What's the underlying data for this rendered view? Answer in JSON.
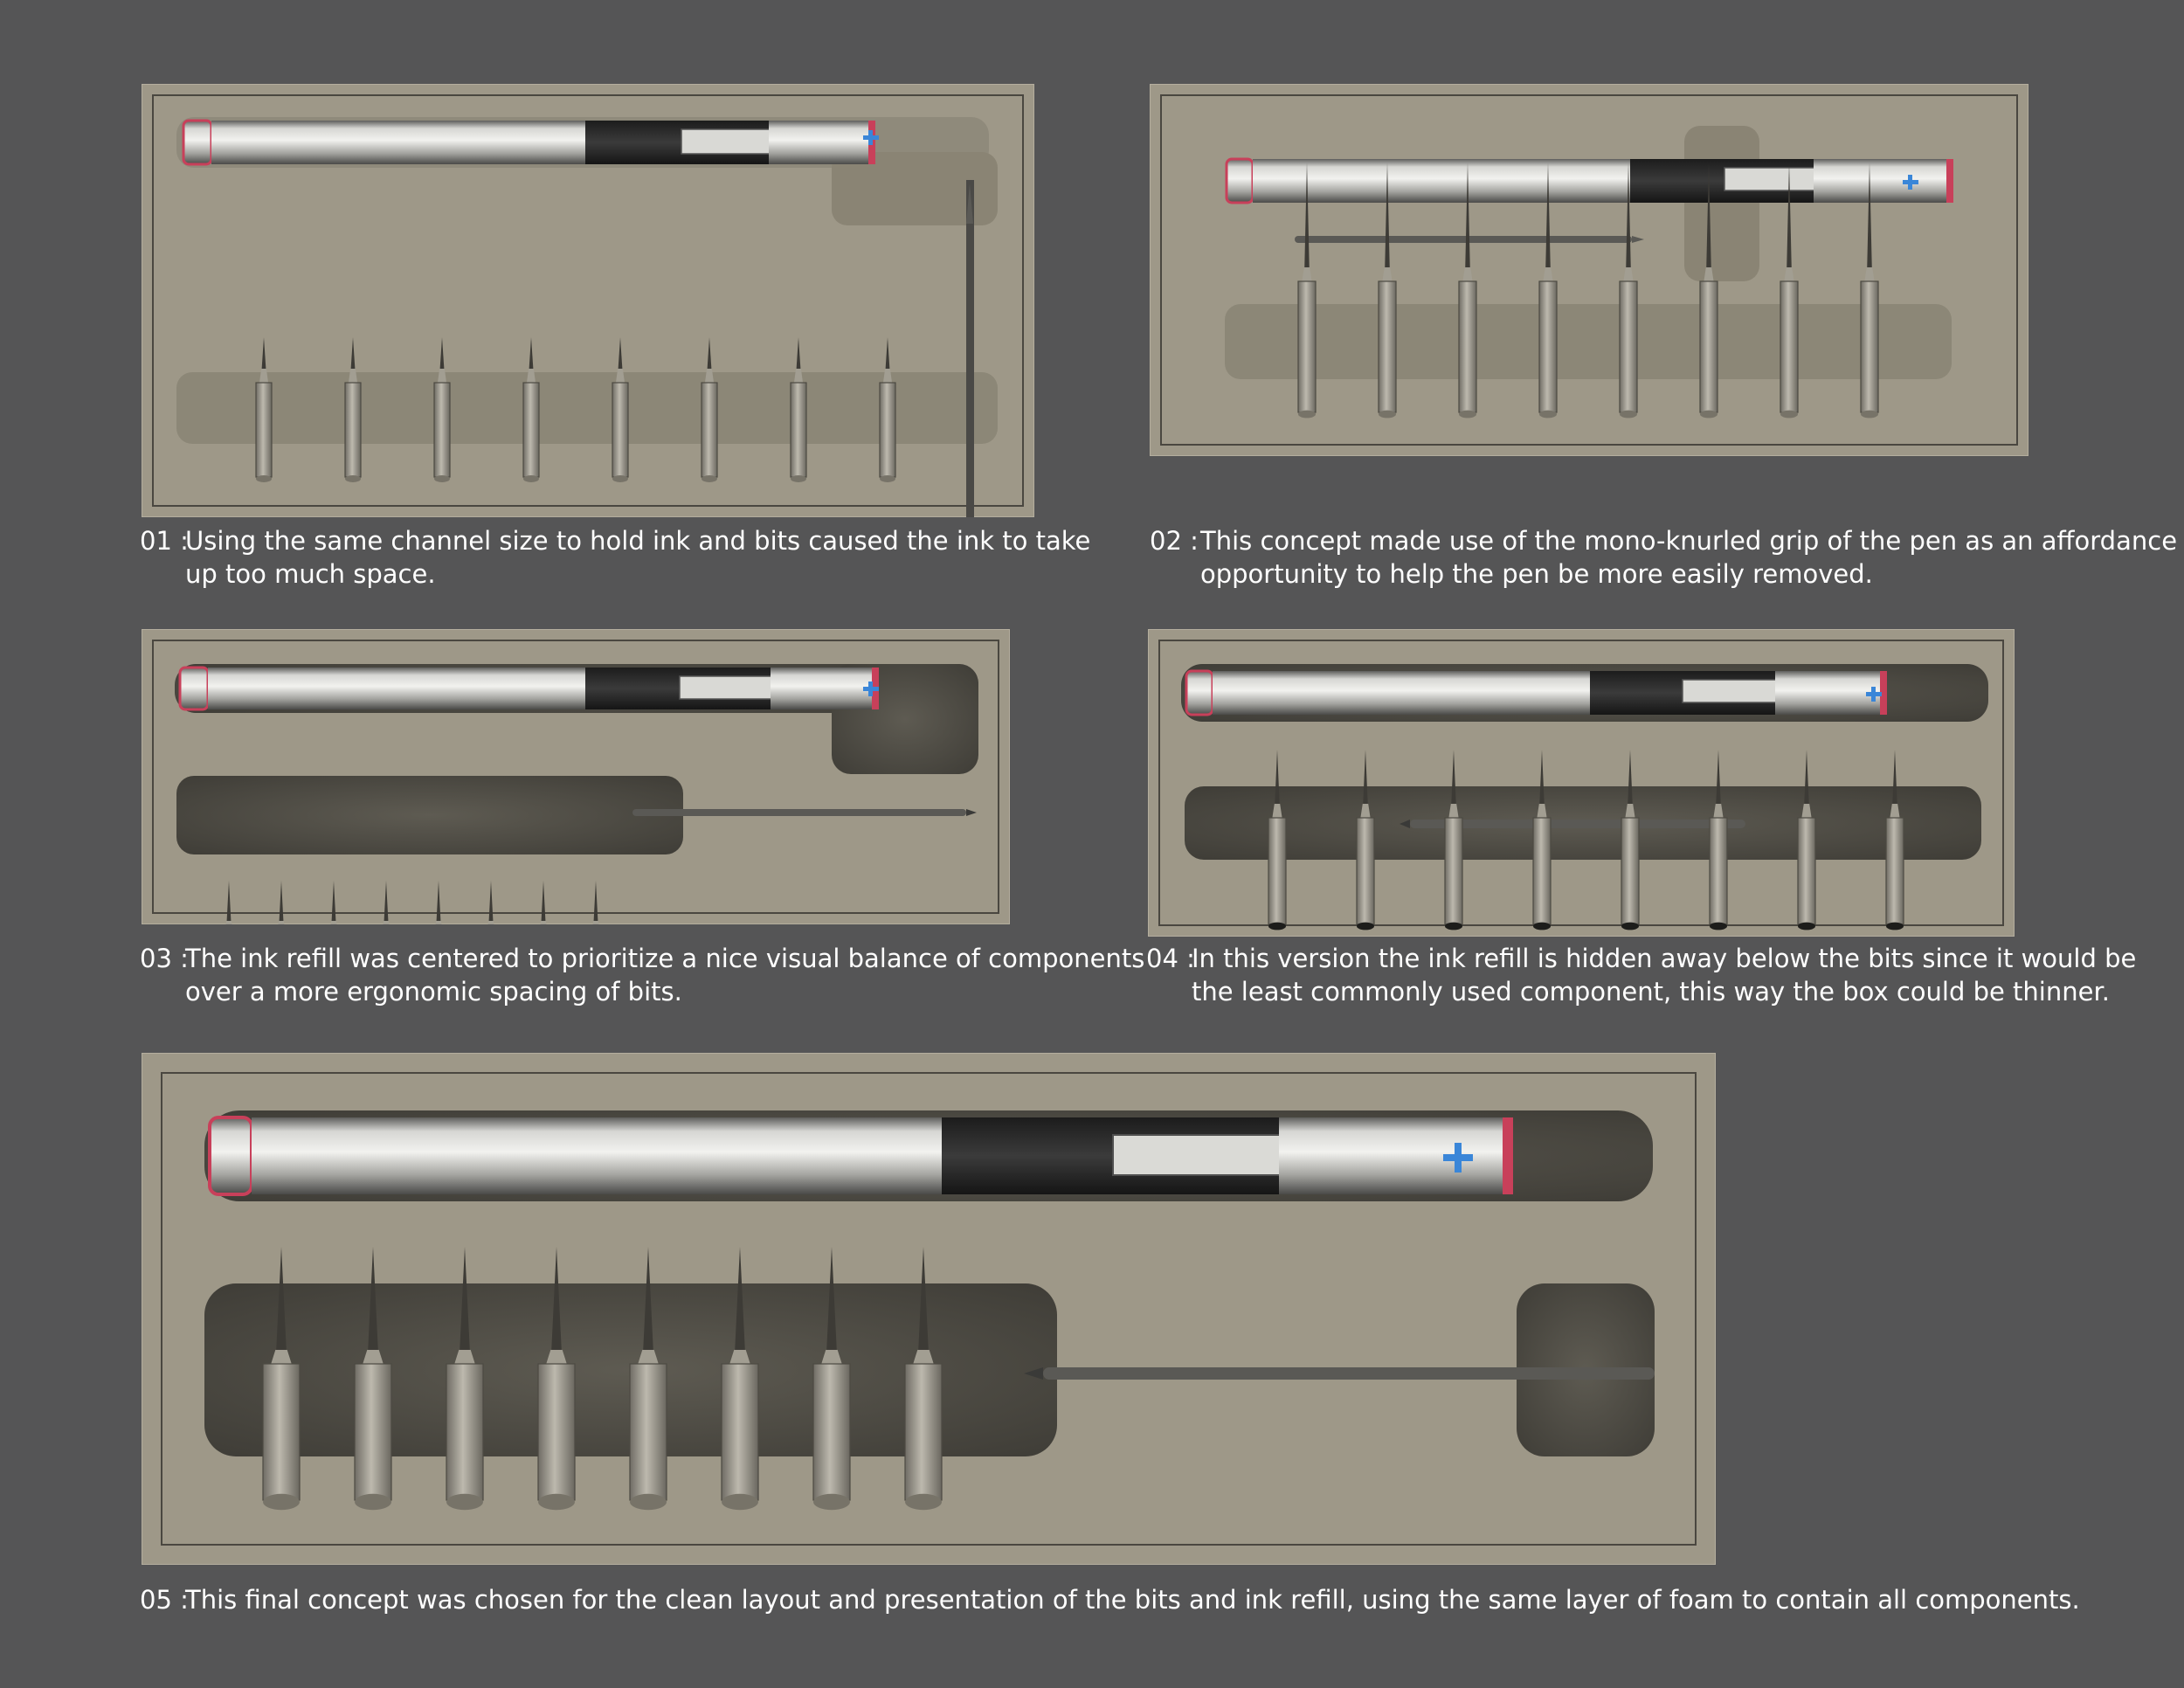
{
  "concepts": [
    {
      "number": "01 :",
      "lines": [
        "Using the same channel size to hold ink and bits caused the ink to take",
        "up too much space."
      ]
    },
    {
      "number": "02 :",
      "lines": [
        "This concept made use of the mono-knurled grip of the pen as an affordance",
        "opportunity to help the pen be more easily removed."
      ]
    },
    {
      "number": "03 :",
      "lines": [
        "The ink refill was centered to prioritize a nice visual balance of components",
        "over a more ergonomic spacing of bits."
      ]
    },
    {
      "number": "04 :",
      "lines": [
        "In this version the ink refill is hidden away below the bits since it would be",
        "the least commonly used component, this way the box could be thinner."
      ]
    },
    {
      "number": "05 :",
      "lines": [
        "This final concept was chosen for the clean layout and presentation of the bits and ink refill, using the same layer of foam to contain all components."
      ]
    }
  ],
  "colors": {
    "background": "#555556",
    "foam": "#9e9888",
    "cavity": "#4c4a43",
    "pen_steel": "#b9b9b6",
    "knurl": "#2b2b2b",
    "clip_cross": "#3a86d8",
    "end_ring": "#c8405a"
  },
  "icons": [
    "plus-cross-icon"
  ]
}
